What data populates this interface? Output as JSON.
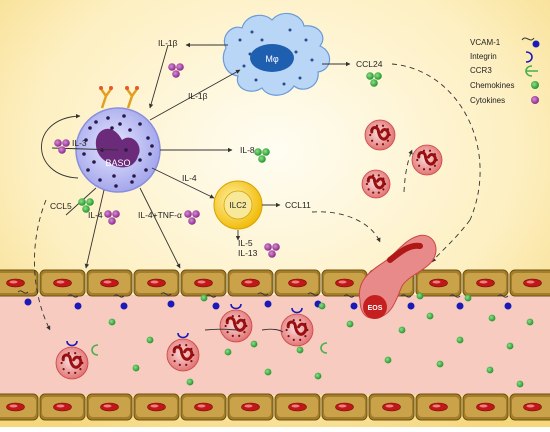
{
  "cells": {
    "baso": "BASO",
    "macrophage": "Mφ",
    "ilc2": "ILC2",
    "eos": "EOS"
  },
  "labels": {
    "il1b_top": "IL-1β",
    "il1b_mid": "IL-1β",
    "il3": "IL-3",
    "il8": "IL-8",
    "il4_ilc2": "IL-4",
    "ccl5": "CCL5",
    "il4": "IL-4",
    "il4_tnfa": "IL-4+TNF-α",
    "ccl11": "CCL11",
    "il5": "IL-5",
    "il13": "IL-13",
    "ccl24": "CCL24"
  },
  "legend": {
    "items": [
      {
        "label": "VCAM-1",
        "icon": "vcam1-icon"
      },
      {
        "label": "Integrin",
        "icon": "integrin-icon"
      },
      {
        "label": "CCR3",
        "icon": "ccr3-icon"
      },
      {
        "label": "Chemokines",
        "icon": "chemokine-icon",
        "color": "#3cb44b"
      },
      {
        "label": "Cytokines",
        "icon": "cytokine-icon",
        "color": "#a64ca6"
      }
    ]
  },
  "colors": {
    "background_center": "#fffbe9",
    "background_edge": "#f7dc8a",
    "vessel": "#f8c9be",
    "endothelium": "#b08930",
    "baso": "#c7c8f4",
    "macrophage": "#b7d4f5",
    "ilc2": "#f5c518",
    "eos": "#e77b7b",
    "chemokine": "#3cb44b",
    "cytokine": "#a64ca6"
  }
}
